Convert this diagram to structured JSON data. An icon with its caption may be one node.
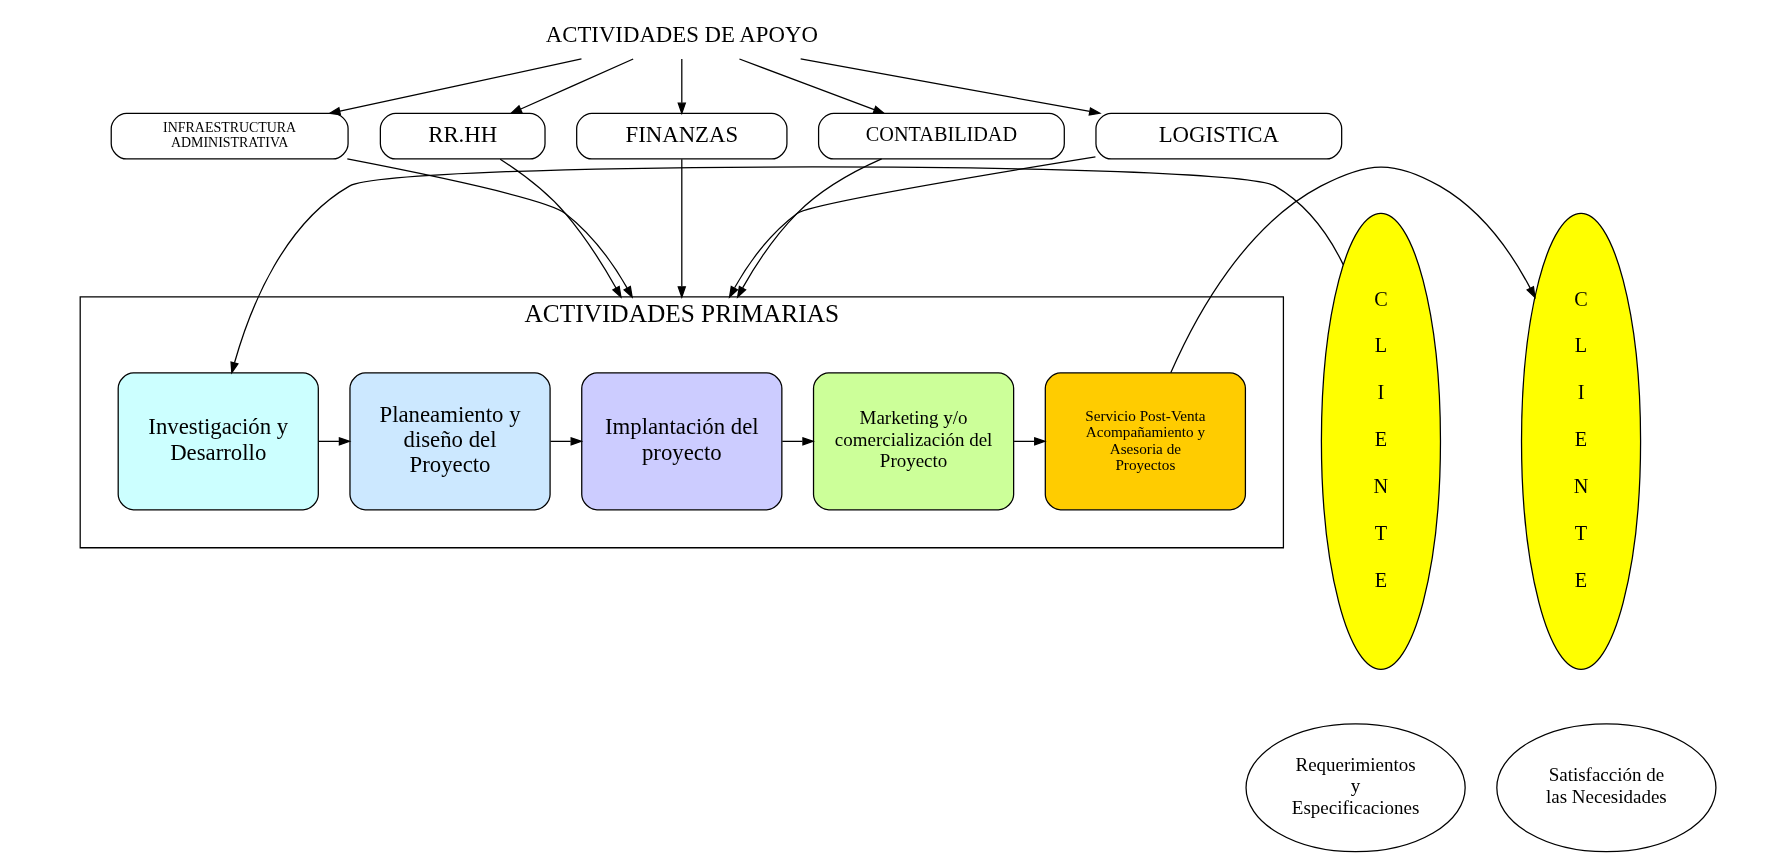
{
  "diagram": {
    "nodes": [
      {
        "text": [
          "ACTIVIDADES DE APOYO"
        ]
      },
      {
        "text": [
          "INFRAESTRUCTURA ADMINISTRATIVA"
        ]
      },
      {
        "text": [
          "RR.HH"
        ]
      },
      {
        "text": [
          "FINANZAS"
        ]
      },
      {
        "text": [
          "CONTABILIDAD"
        ]
      },
      {
        "text": [
          "LOGISTICA"
        ]
      },
      {
        "text": [
          "C L I E N T E"
        ]
      },
      {
        "text": [
          "C L I E N T E"
        ]
      },
      {
        "text": [
          "ACTIVIDADES PRIMARIAS"
        ]
      },
      {
        "text": [
          "Investigación y Desarrollo"
        ],
        "in": 8
      },
      {
        "text": [
          "Planeamiento y diseño del Proyecto"
        ],
        "in": 8
      },
      {
        "text": [
          "Implantación del proyecto"
        ],
        "in": 8
      },
      {
        "text": [
          "Marketing y/o comercialización del Proyecto"
        ],
        "in": 8
      },
      {
        "text": [
          "Servicio Post-Venta Acompañamiento y Asesoria de Proyectos"
        ],
        "in": 8
      },
      {
        "text": [
          "Requerimientos y Especificaciones"
        ]
      },
      {
        "text": [
          "Satisfacción de las Necesidades"
        ]
      }
    ],
    "edges": [
      {
        "from": 0,
        "to": 1,
        "arrow": "to"
      },
      {
        "from": 0,
        "to": 2,
        "arrow": "to"
      },
      {
        "from": 0,
        "to": 3,
        "arrow": "to"
      },
      {
        "from": 0,
        "to": 4,
        "arrow": "to"
      },
      {
        "from": 0,
        "to": 5,
        "arrow": "to"
      },
      {
        "from": 1,
        "to": 8,
        "arrow": "to"
      },
      {
        "from": 2,
        "to": 8,
        "arrow": "to"
      },
      {
        "from": 3,
        "to": 8,
        "arrow": "to"
      },
      {
        "from": 4,
        "to": 8,
        "arrow": "to"
      },
      {
        "from": 5,
        "to": 8,
        "arrow": "to"
      },
      {
        "from": 6,
        "to": 9,
        "arrow": "to"
      },
      {
        "from": 9,
        "to": 10,
        "arrow": "to"
      },
      {
        "from": 10,
        "to": 11,
        "arrow": "to"
      },
      {
        "from": 11,
        "to": 12,
        "arrow": "to"
      },
      {
        "from": 12,
        "to": 13,
        "arrow": "to"
      },
      {
        "from": 13,
        "to": 7,
        "arrow": "to"
      }
    ]
  }
}
